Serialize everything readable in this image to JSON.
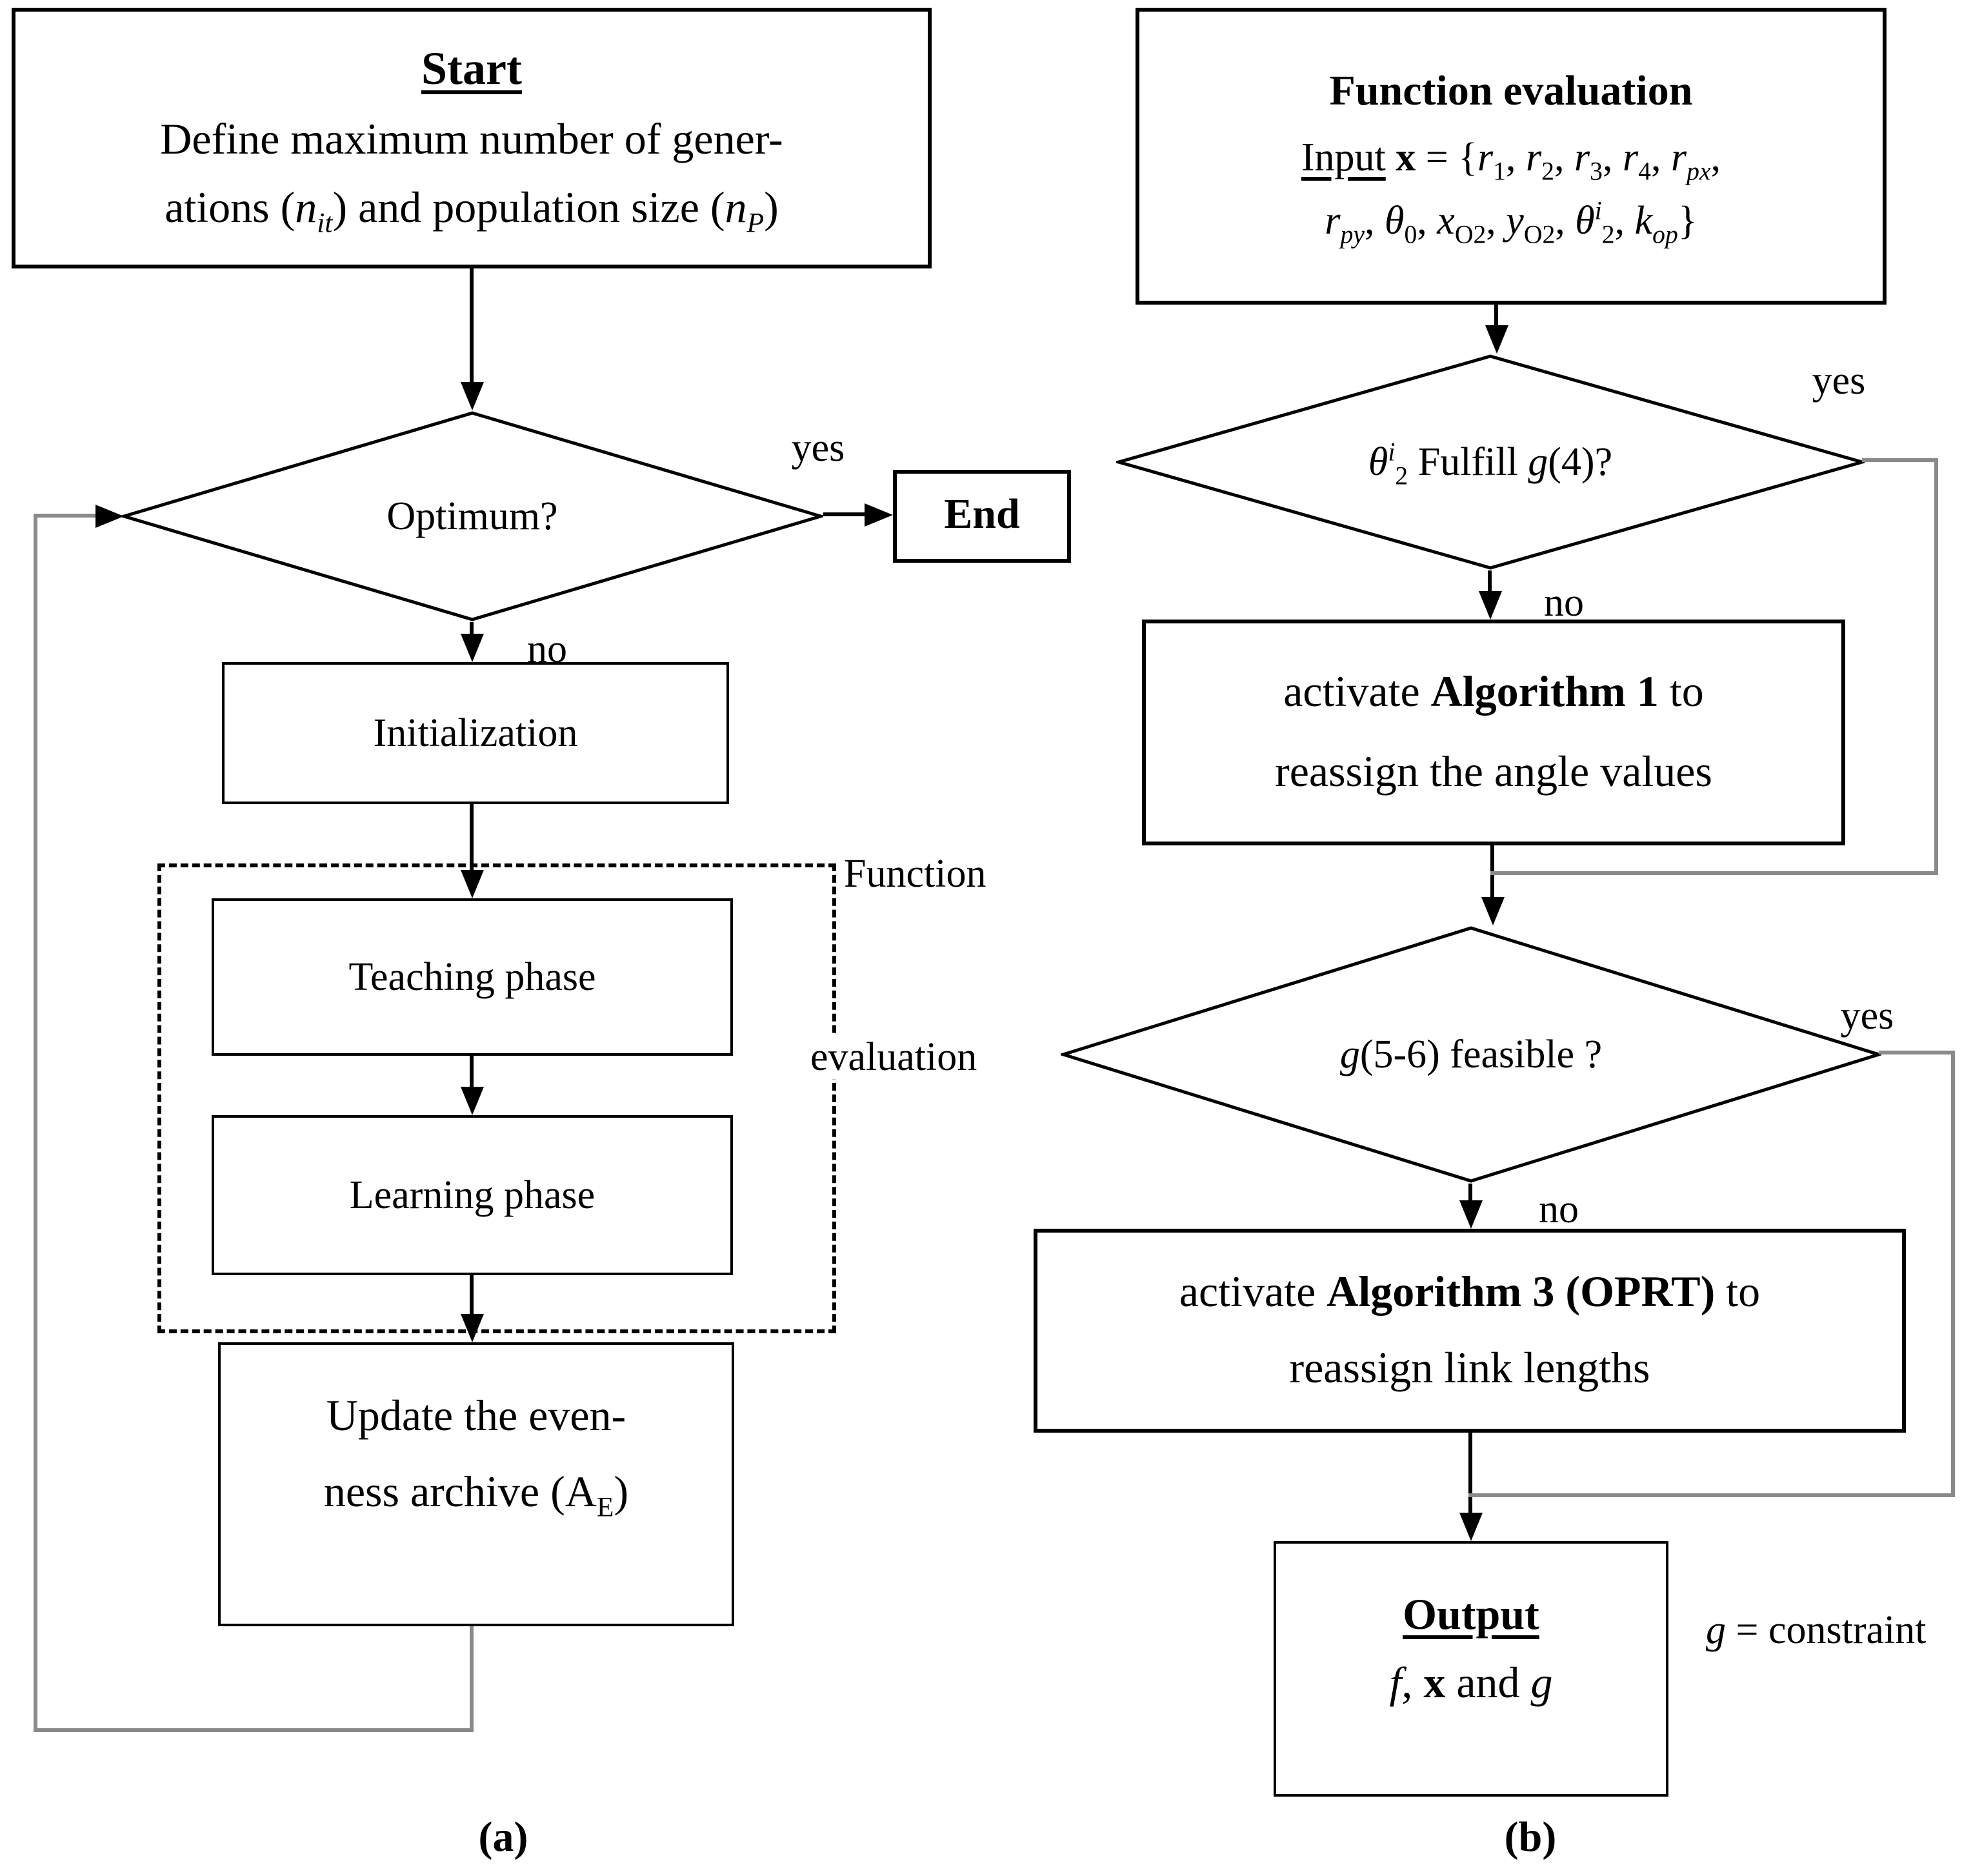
{
  "colors": {
    "ink": "#000000",
    "connector": "#8a8a8a",
    "background": "#ffffff"
  },
  "panel_a": {
    "caption": "(a)",
    "start_box": {
      "title": "Start",
      "line1": [
        [
          "Define maximum number of gener-"
        ]
      ],
      "line2": [
        [
          "ations ("
        ],
        [
          "n",
          "i"
        ],
        [
          "it",
          "sub i"
        ],
        [
          ") and population size ("
        ],
        [
          "n",
          "i"
        ],
        [
          "P",
          "sub i"
        ],
        [
          ")"
        ]
      ]
    },
    "optimum_diamond": {
      "label": "Optimum?"
    },
    "edge_labels": {
      "yes": "yes",
      "no": "no"
    },
    "end_box": {
      "label": "End"
    },
    "init_box": {
      "label": "Initialization"
    },
    "function_eval_group": {
      "label_line1": "Function",
      "label_line2": "evaluation"
    },
    "teaching_box": {
      "label": "Teaching phase"
    },
    "learning_box": {
      "label": "Learning phase"
    },
    "update_box": {
      "line1": [
        [
          "Update the even-"
        ]
      ],
      "line2": [
        [
          "ness archive (A"
        ],
        [
          "E",
          "sub"
        ],
        [
          ")"
        ]
      ]
    }
  },
  "panel_b": {
    "caption": "(b)",
    "function_eval_box": {
      "title": "Function evaluation",
      "input_line1": [
        [
          "Input",
          "u"
        ],
        [
          " "
        ],
        [
          "x",
          "b"
        ],
        [
          " = {"
        ],
        [
          "r",
          "i"
        ],
        [
          "1",
          "sub"
        ],
        [
          ", "
        ],
        [
          "r",
          "i"
        ],
        [
          "2",
          "sub"
        ],
        [
          ", "
        ],
        [
          "r",
          "i"
        ],
        [
          "3",
          "sub"
        ],
        [
          ", "
        ],
        [
          "r",
          "i"
        ],
        [
          "4",
          "sub"
        ],
        [
          ", "
        ],
        [
          "r",
          "i"
        ],
        [
          "px",
          "sub i"
        ],
        [
          ","
        ]
      ],
      "input_line2": [
        [
          "r",
          "i"
        ],
        [
          "py",
          "sub i"
        ],
        [
          ",  "
        ],
        [
          "θ",
          "i"
        ],
        [
          "0",
          "sub"
        ],
        [
          ", "
        ],
        [
          "x",
          "i"
        ],
        [
          "O2",
          "sub"
        ],
        [
          ", "
        ],
        [
          "y",
          "i"
        ],
        [
          "O2",
          "sub"
        ],
        [
          ", "
        ],
        [
          "θ",
          "i"
        ],
        [
          "i",
          "sup i"
        ],
        [
          "2",
          "sub"
        ],
        [
          ", "
        ],
        [
          "k",
          "i"
        ],
        [
          "op",
          "sub i"
        ],
        [
          "}"
        ]
      ]
    },
    "fulfill_diamond": {
      "label": [
        [
          "θ",
          "i"
        ],
        [
          "i",
          "sup i"
        ],
        [
          "2",
          "sub"
        ],
        [
          " Fulfill "
        ],
        [
          "g",
          "i"
        ],
        [
          "(4)?"
        ]
      ]
    },
    "edge_labels_1": {
      "yes": "yes",
      "no": "no"
    },
    "algorithm1_box": {
      "line1": [
        [
          "activate "
        ],
        [
          "Algorithm 1",
          "b"
        ],
        [
          " to"
        ]
      ],
      "line2": [
        [
          "reassign the angle values"
        ]
      ]
    },
    "feasible_diamond": {
      "label": [
        [
          "g",
          "i"
        ],
        [
          "(5-6) feasible ?"
        ]
      ]
    },
    "edge_labels_2": {
      "yes": "yes",
      "no": "no"
    },
    "algorithm3_box": {
      "line1": [
        [
          "activate "
        ],
        [
          "Algorithm 3 (OPRT)",
          "b"
        ],
        [
          " to"
        ]
      ],
      "line2": [
        [
          "reassign link lengths"
        ]
      ]
    },
    "output_box": {
      "title": "Output",
      "line": [
        [
          "f",
          "i"
        ],
        [
          ", "
        ],
        [
          "x",
          "b"
        ],
        [
          " and "
        ],
        [
          "g",
          "i"
        ]
      ]
    },
    "constraint_note": [
      [
        "g",
        "i"
      ],
      [
        " = constraint"
      ]
    ]
  }
}
